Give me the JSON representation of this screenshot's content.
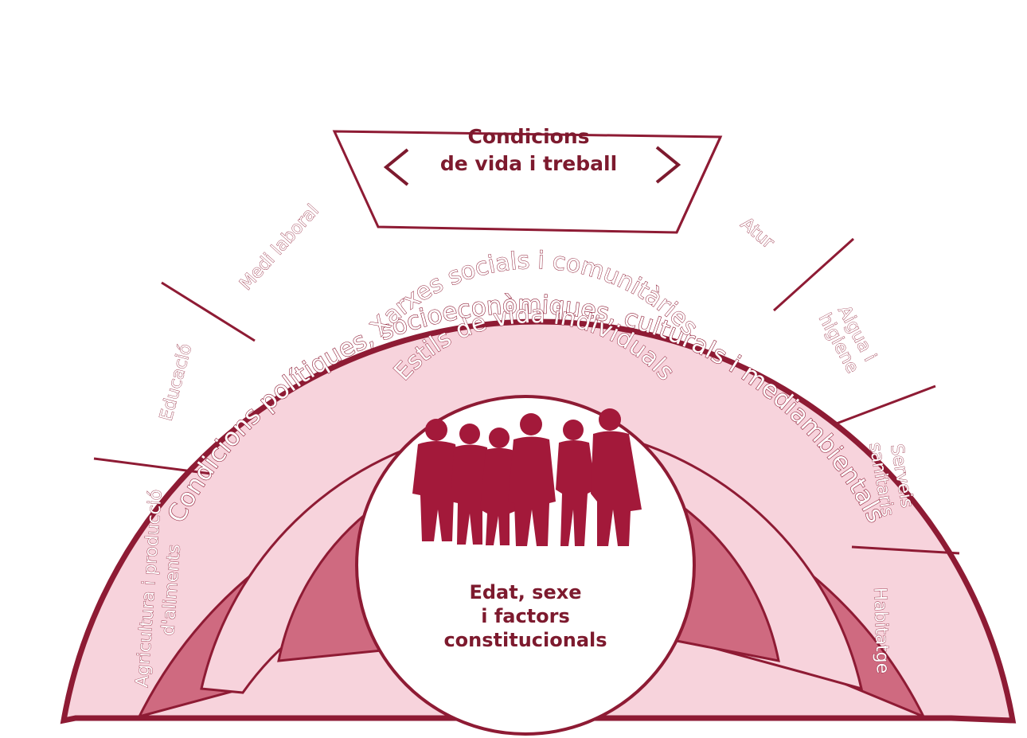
{
  "layers": {
    "outer": "Condicions polítiques, socioeconòmiques, culturals i mediambientals",
    "living_conditions": [
      "Condicions",
      "de vida i treball"
    ],
    "social": "Xarxes socials i comunitàries",
    "individual": "Estils de vida individuals",
    "core": [
      "Edat, sexe",
      "i factors",
      "constitucionals"
    ]
  },
  "left_segments": [
    [
      "Agricultura i producció",
      "d'aliments"
    ],
    [
      "Educació"
    ],
    [
      "Medi laboral"
    ]
  ],
  "right_segments": [
    [
      "Atur"
    ],
    [
      "Aigua i",
      "higiene"
    ],
    [
      "Serveis",
      "sanitaris"
    ],
    [
      "Habitatge"
    ]
  ],
  "colors": {
    "dark": "#8e1b34",
    "medium": "#cf6a80",
    "light": "#f7d3dc",
    "figures": "#a3193a"
  },
  "icons": [
    "arrow-left-icon",
    "arrow-right-icon",
    "people-silhouettes-icon"
  ]
}
